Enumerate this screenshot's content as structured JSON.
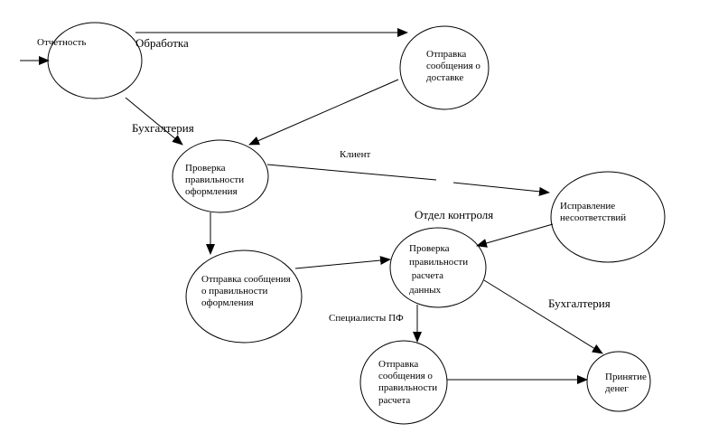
{
  "diagram": {
    "type": "data-flow",
    "line_color": "#000000",
    "background": "#ffffff",
    "nodes": [
      {
        "id": "n1",
        "label": "Отчетность"
      },
      {
        "id": "n2",
        "label": "Отправка\nсообщения о\nдоставке"
      },
      {
        "id": "n3",
        "label": "Проверка\nправильности\nоформления"
      },
      {
        "id": "n4",
        "label": "Исправление\nнесоответствий"
      },
      {
        "id": "n5",
        "label": "Отправка сообщения\nо правильности\nоформления"
      },
      {
        "id": "n6",
        "label": "Проверка\nправильности\n расчета\nданных"
      },
      {
        "id": "n7",
        "label": "Отправка\nсообщения о\nправильности\nрасчета"
      },
      {
        "id": "n8",
        "label": "Принятие\nденег"
      }
    ],
    "edges": [
      {
        "from": "external",
        "to": "n1",
        "label": ""
      },
      {
        "from": "n1",
        "to": "n2",
        "label": "Обработка"
      },
      {
        "from": "n1",
        "to": "n3",
        "label": "Бухгалтерия"
      },
      {
        "from": "n2",
        "to": "n3",
        "label": ""
      },
      {
        "from": "n3",
        "to": "n4",
        "label": "Клиент"
      },
      {
        "from": "n3",
        "to": "n5",
        "label": ""
      },
      {
        "from": "n5",
        "to": "n6",
        "label": ""
      },
      {
        "from": "n4",
        "to": "n6",
        "label": ""
      },
      {
        "from": "n6",
        "to": "n7",
        "label": "Специалисты ПФ"
      },
      {
        "from": "n6",
        "to": "n8",
        "label": "Бухгалтерия"
      },
      {
        "from": "n7",
        "to": "n8",
        "label": ""
      }
    ],
    "annotations": [
      {
        "id": "a1",
        "label": "Отдел контроля"
      }
    ]
  }
}
